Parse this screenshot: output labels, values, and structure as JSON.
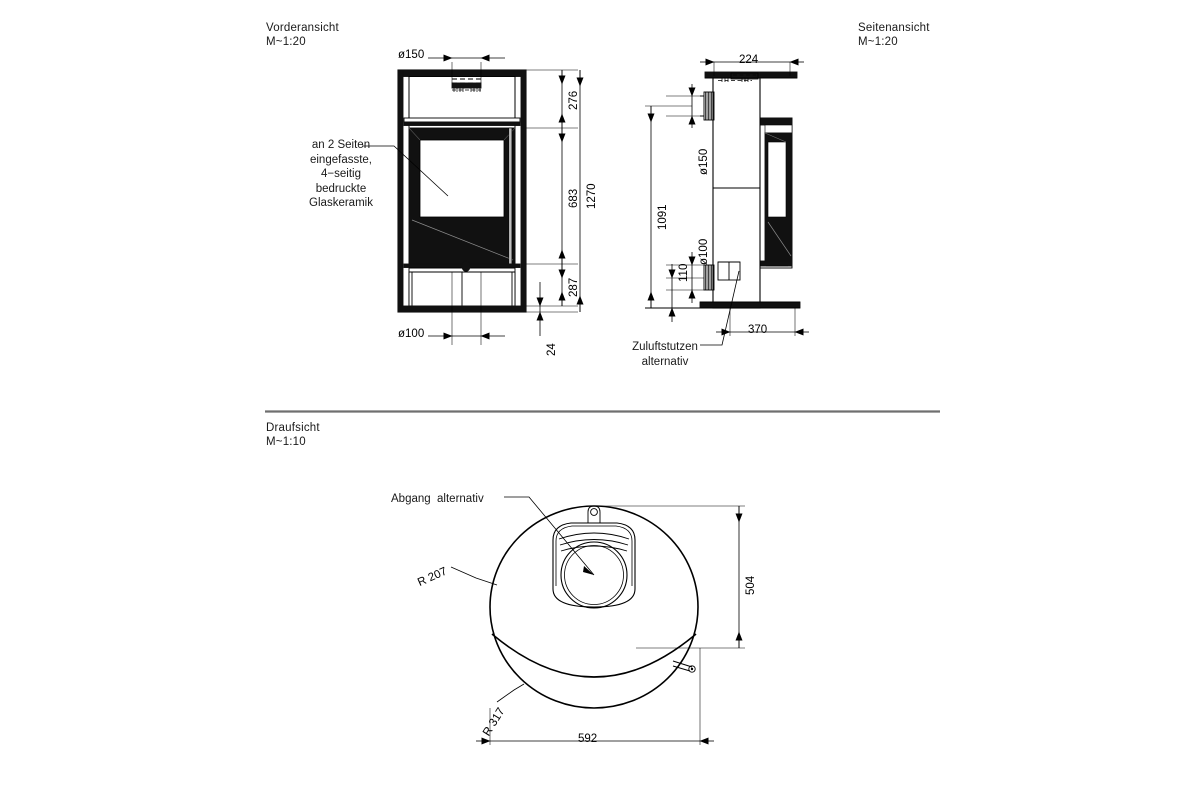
{
  "sheet": {
    "background": "#ffffff",
    "line_color": "#000000",
    "fill_dark": "#111111",
    "separator_color": "#6f6f6f"
  },
  "views": {
    "front": {
      "title": "Vorderansicht",
      "scale": "M~1:20"
    },
    "side": {
      "title": "Seitenansicht",
      "scale": "M~1:20"
    },
    "top": {
      "title": "Draufsicht",
      "scale": "M~1:10"
    }
  },
  "annotations": {
    "glass_note": "an 2 Seiten\neingefasste,\n4−seitig\nbedruckte\nGlaskeramik",
    "zuluft_note": "Zuluftstutzen\nalternativ",
    "abgang_note": "Abgang  alternativ"
  },
  "dimensions": {
    "front": [
      {
        "name": "flue-diameter",
        "label": "ø150",
        "orientation": "horizontal"
      },
      {
        "name": "air-inlet-diameter",
        "label": "ø100",
        "orientation": "horizontal"
      },
      {
        "name": "top-section-height",
        "label": "276",
        "orientation": "vertical"
      },
      {
        "name": "firebox-height",
        "label": "683",
        "orientation": "vertical"
      },
      {
        "name": "base-height",
        "label": "287",
        "orientation": "vertical"
      },
      {
        "name": "foot-height",
        "label": "24",
        "orientation": "vertical"
      },
      {
        "name": "total-height",
        "label": "1270",
        "orientation": "vertical"
      }
    ],
    "side": [
      {
        "name": "flue-offset",
        "label": "224",
        "orientation": "horizontal"
      },
      {
        "name": "depth",
        "label": "370",
        "orientation": "horizontal"
      },
      {
        "name": "flue-diameter",
        "label": "ø150",
        "orientation": "vertical"
      },
      {
        "name": "air-inlet-diameter",
        "label": "ø100",
        "orientation": "vertical"
      },
      {
        "name": "air-inlet-height",
        "label": "110",
        "orientation": "vertical"
      },
      {
        "name": "flue-centre-height",
        "label": "1091",
        "orientation": "vertical"
      }
    ],
    "top": [
      {
        "name": "width",
        "label": "592",
        "orientation": "horizontal"
      },
      {
        "name": "depth",
        "label": "504",
        "orientation": "vertical"
      },
      {
        "name": "front-radius",
        "label": "R 207",
        "orientation": "leader"
      },
      {
        "name": "rear-radius",
        "label": "R 317",
        "orientation": "leader"
      }
    ]
  }
}
